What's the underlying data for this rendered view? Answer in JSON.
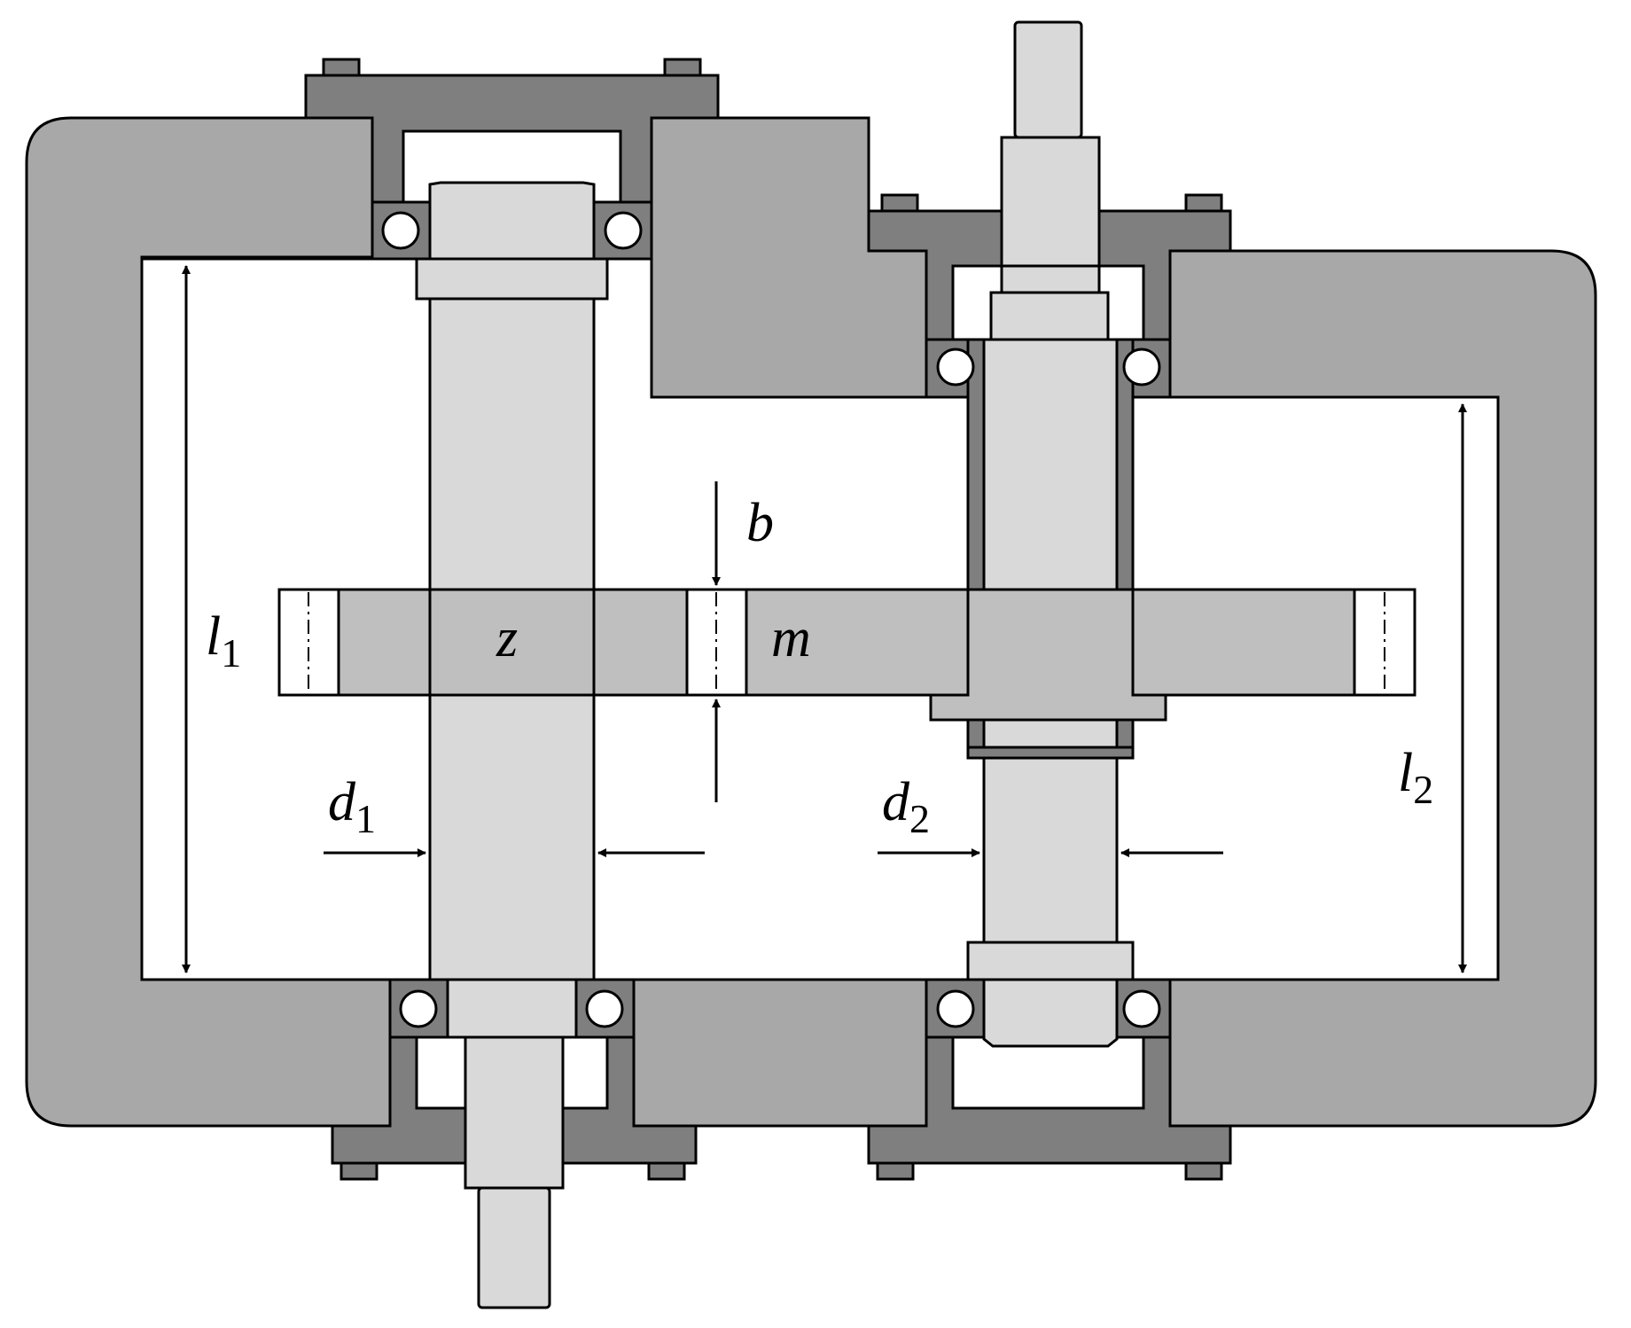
{
  "labels": {
    "l1": {
      "main": "l",
      "sub": "1"
    },
    "l2": {
      "main": "l",
      "sub": "2"
    },
    "d1": {
      "main": "d",
      "sub": "1"
    },
    "d2": {
      "main": "d",
      "sub": "2"
    },
    "b": "b",
    "z": "z",
    "m": "m"
  },
  "colors": {
    "housing": "#a8a8a8",
    "cover": "#7f7f7f",
    "shaft": "#d9d9d9",
    "gear": "#bfbfbf",
    "outline": "#000000",
    "cavity": "#ffffff"
  }
}
